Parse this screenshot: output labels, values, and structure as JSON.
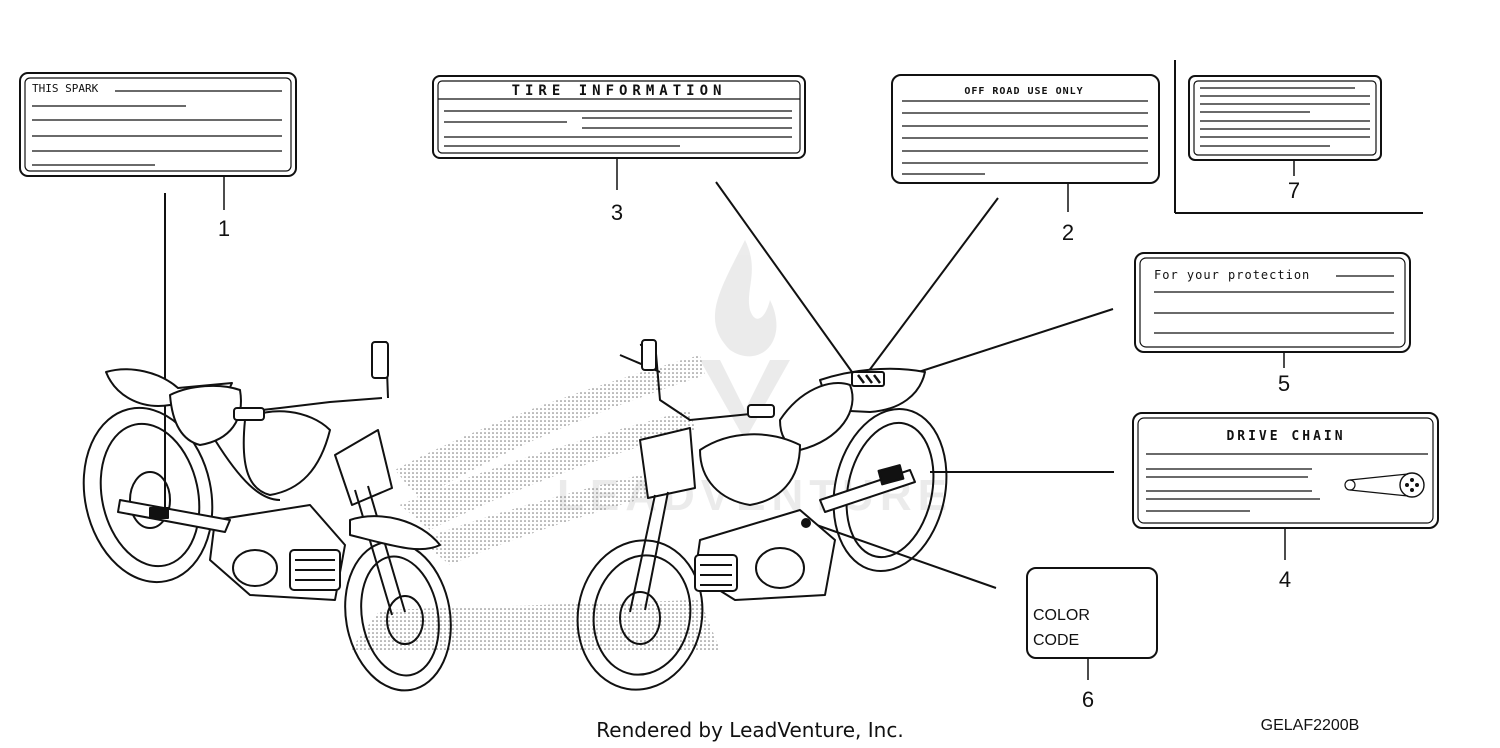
{
  "labels": [
    {
      "callout": "1",
      "text": "THIS SPARK"
    },
    {
      "callout": "2",
      "text": "OFF ROAD USE ONLY"
    },
    {
      "callout": "3",
      "text": "TIRE INFORMATION"
    },
    {
      "callout": "4",
      "text": "DRIVE CHAIN"
    },
    {
      "callout": "5",
      "text": "For your protection"
    },
    {
      "callout": "6",
      "text_line1": "COLOR",
      "text_line2": "CODE"
    },
    {
      "callout": "7"
    }
  ],
  "footer": {
    "credit": "Rendered by LeadVenture, Inc.",
    "diagram_code": "GELAF2200B"
  },
  "watermark": {
    "text": "LEADVENTURE"
  }
}
